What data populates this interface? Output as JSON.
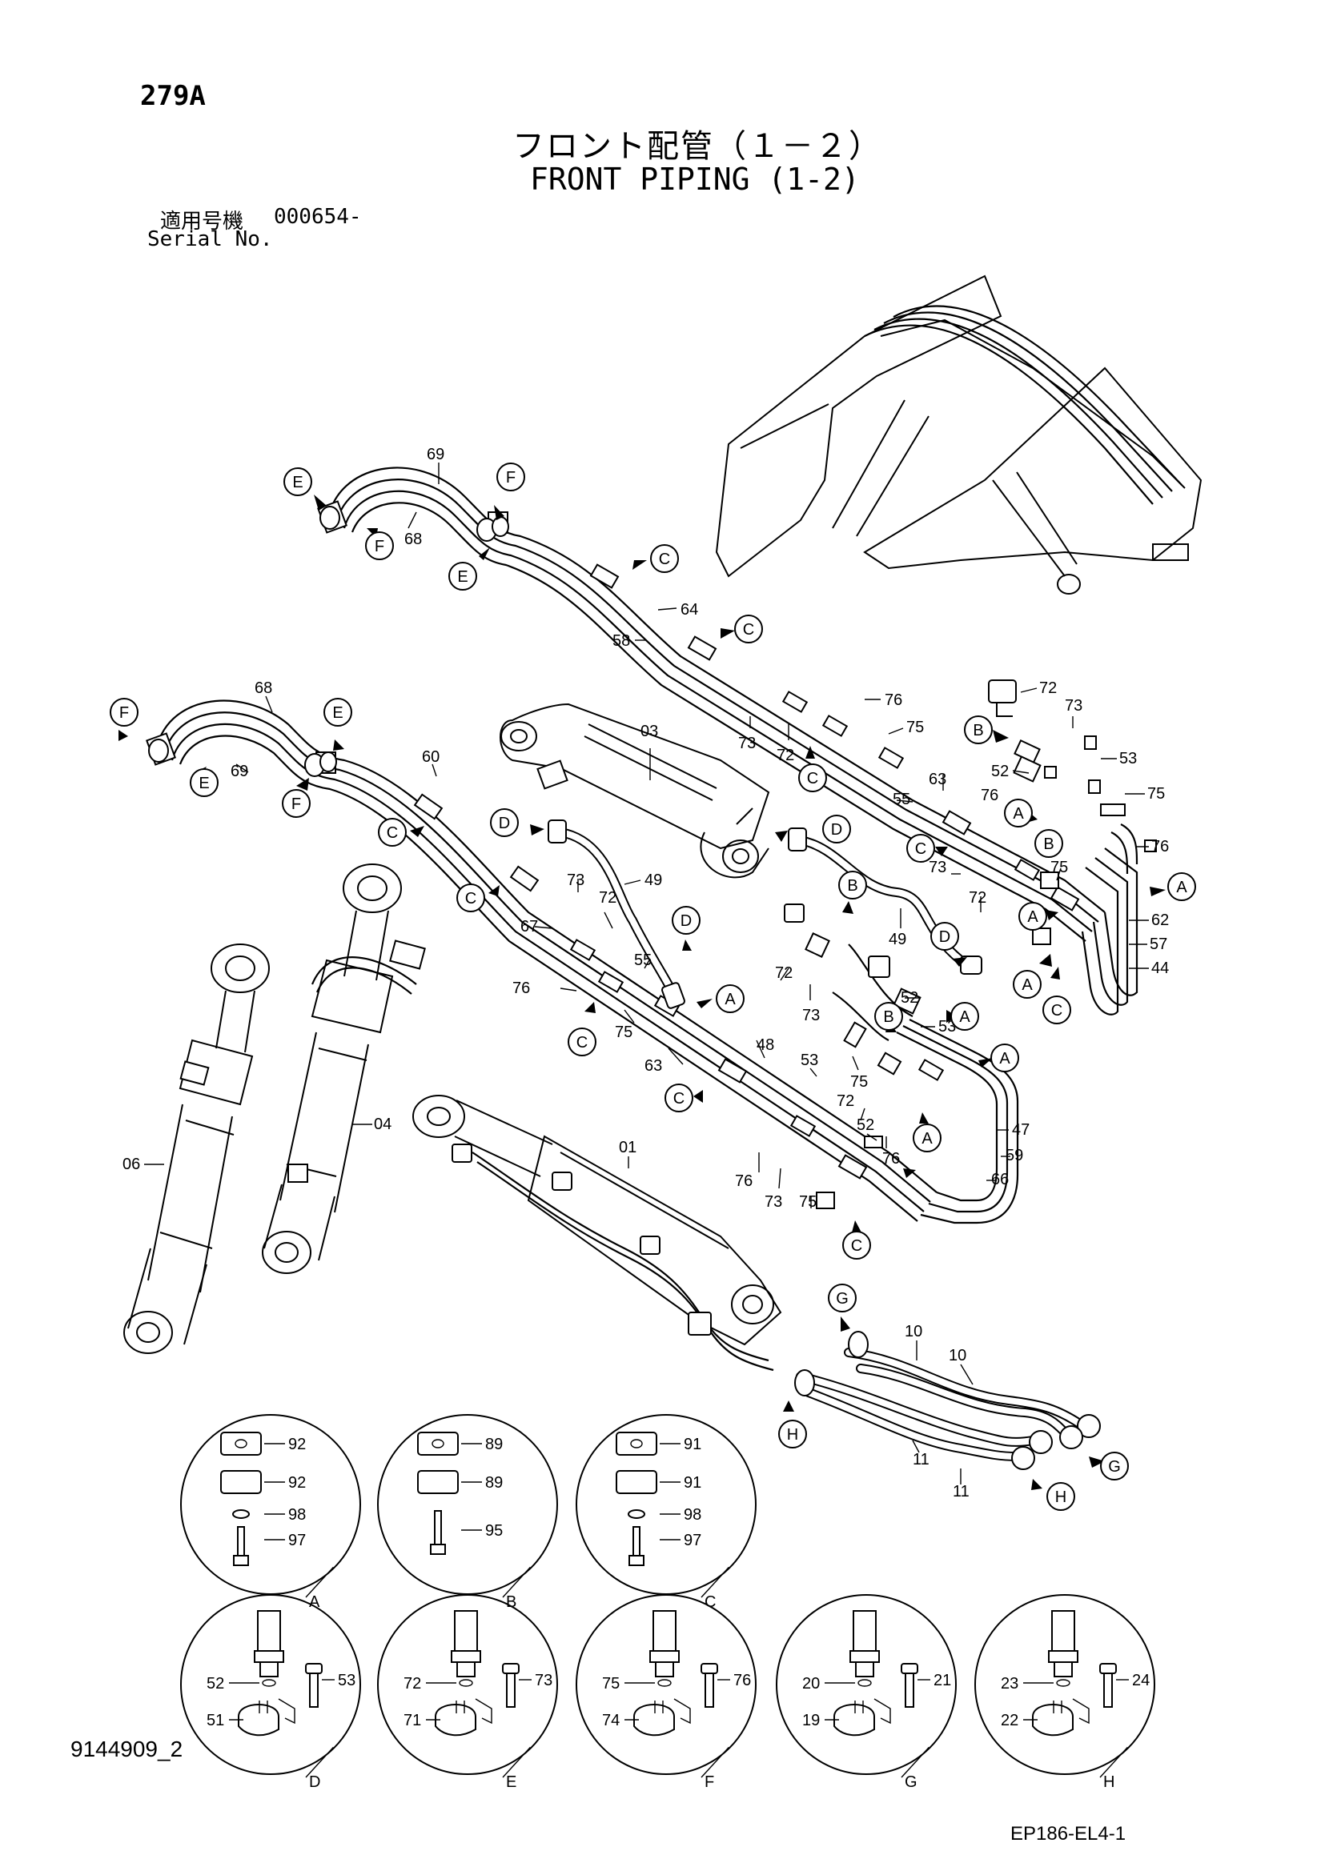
{
  "header": {
    "page_code": "279A",
    "title_jp": "フロント配管（１－２）",
    "title_en": "FRONT PIPING (1-2)",
    "serial_label_jp": "適用号機",
    "serial_value": "000654-",
    "serial_label_en": "Serial No."
  },
  "footer": {
    "drawing_number": "9144909_2",
    "figure_code": "EP186-EL4-1"
  },
  "callouts": {
    "c_A_1": "A",
    "c_A_2": "A",
    "c_A_3": "A",
    "c_A_4": "A",
    "c_A_5": "A",
    "c_A_6": "A",
    "c_A_7": "A",
    "c_A_8": "A",
    "c_B_1": "B",
    "c_B_2": "B",
    "c_B_3": "B",
    "c_B_4": "B",
    "c_C_1": "C",
    "c_C_2": "C",
    "c_C_3": "C",
    "c_C_4": "C",
    "c_C_5": "C",
    "c_C_6": "C",
    "c_C_7": "C",
    "c_C_8": "C",
    "c_C_9": "C",
    "c_C_10": "C",
    "c_D_1": "D",
    "c_D_2": "D",
    "c_D_3": "D",
    "c_D_4": "D",
    "c_E_1": "E",
    "c_E_2": "E",
    "c_E_3": "E",
    "c_E_4": "E",
    "c_F_1": "F",
    "c_F_2": "F",
    "c_F_3": "F",
    "c_F_4": "F",
    "c_G_1": "G",
    "c_G_2": "G",
    "c_H_1": "H",
    "c_H_2": "H"
  },
  "part_labels": {
    "p69a": "69",
    "p68a": "68",
    "p64": "64",
    "p58": "58",
    "p76a": "76",
    "p73a": "73",
    "p72a": "72",
    "p75a": "75",
    "p72b": "72",
    "p73b": "73",
    "p53a": "53",
    "p52a": "52",
    "p75b": "75",
    "p76b": "76",
    "p63a": "63",
    "p55a": "55",
    "p76c": "76",
    "p73c": "73",
    "p75c": "75",
    "p62": "62",
    "p57": "57",
    "p44": "44",
    "p72c": "72",
    "p68b": "68",
    "p69b": "69",
    "p60": "60",
    "p03": "03",
    "p49a": "49",
    "p49b": "49",
    "p73d": "73",
    "p72d": "72",
    "p67": "67",
    "p55b": "55",
    "p76d": "76",
    "p75d": "75",
    "p63b": "63",
    "p48": "48",
    "p72e": "72",
    "p73e": "73",
    "p52b": "52",
    "p53b": "53",
    "p53c": "53",
    "p75e": "75",
    "p72f": "72",
    "p52c": "52",
    "p76e": "76",
    "p76f": "76",
    "p73f": "73",
    "p75f": "75",
    "p47": "47",
    "p59": "59",
    "p66": "66",
    "p06": "06",
    "p04": "04",
    "p01": "01",
    "p10a": "10",
    "p10b": "10",
    "p11a": "11",
    "p11b": "11"
  },
  "detail_views": [
    {
      "letter": "A",
      "parts": [
        "92",
        "92",
        "98",
        "97"
      ]
    },
    {
      "letter": "B",
      "parts": [
        "89",
        "89",
        "95"
      ]
    },
    {
      "letter": "C",
      "parts": [
        "91",
        "91",
        "98",
        "97"
      ]
    },
    {
      "letter": "D",
      "left": [
        "52",
        "51"
      ],
      "right": "53"
    },
    {
      "letter": "E",
      "left": [
        "72",
        "71"
      ],
      "right": "73"
    },
    {
      "letter": "F",
      "left": [
        "75",
        "74"
      ],
      "right": "76"
    },
    {
      "letter": "G",
      "left": [
        "20",
        "19"
      ],
      "right": "21"
    },
    {
      "letter": "H",
      "left": [
        "23",
        "22"
      ],
      "right": "24"
    }
  ]
}
